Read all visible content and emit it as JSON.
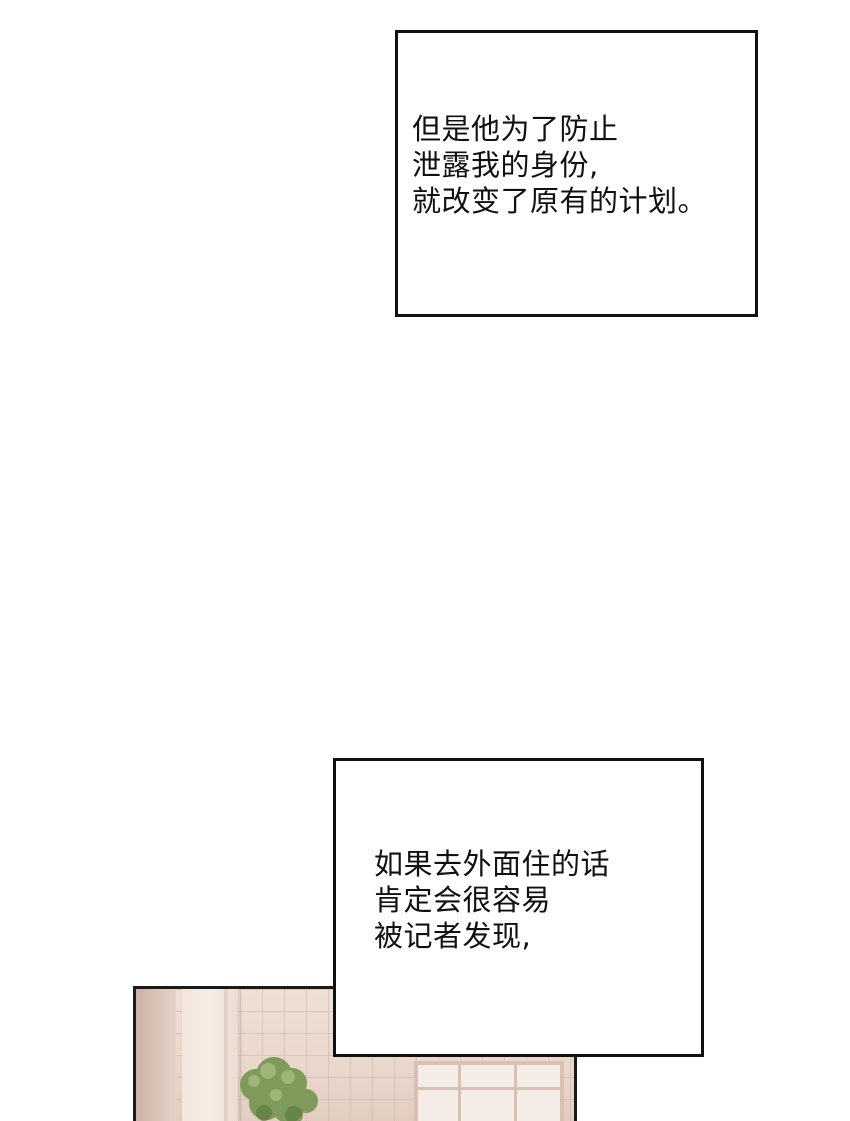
{
  "caption_box_1": {
    "lines": [
      "但是他为了防止",
      "泄露我的身份,",
      "就改变了原有的计划。"
    ]
  },
  "caption_box_2": {
    "lines": [
      "如果去外面住的话",
      "肯定会很容易",
      "被记者发现,"
    ]
  },
  "colors": {
    "background": "#ffffff",
    "border": "#111111",
    "text": "#111111",
    "scene_wall": "#efe0d6",
    "plant": "#7a9a5a"
  }
}
